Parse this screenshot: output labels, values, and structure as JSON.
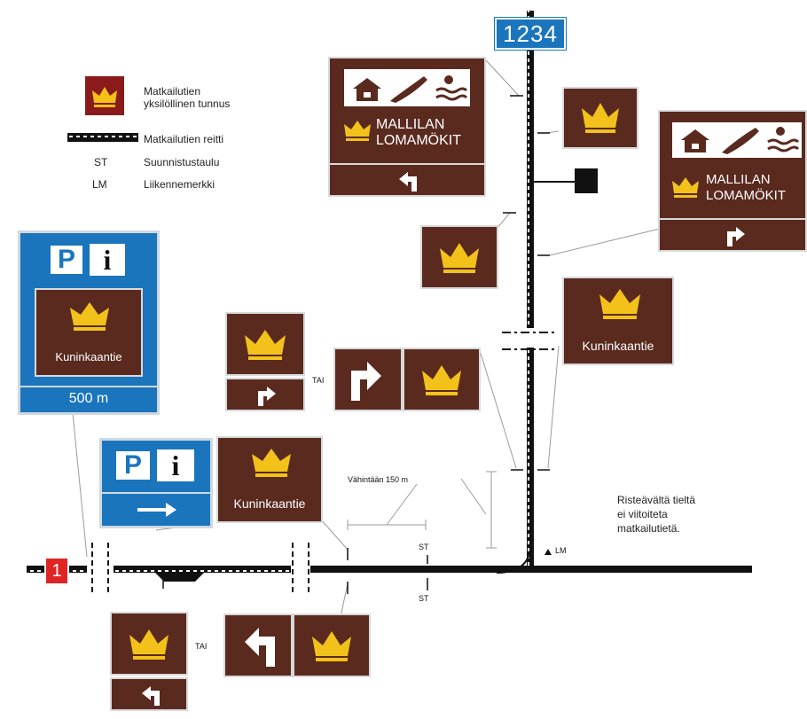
{
  "legend": {
    "items": [
      {
        "key_icon": "crown-sign-icon",
        "label_line1": "Matkailutien",
        "label_line2": "yksilöllinen tunnus"
      },
      {
        "key_icon": "dashed-route-icon",
        "label": "Matkailutien reitti"
      },
      {
        "abbr": "ST",
        "label": "Suunnistustaulu"
      },
      {
        "abbr": "LM",
        "label": "Liikennemerkki"
      }
    ]
  },
  "road_numbers": {
    "main": "1234",
    "side": "1"
  },
  "signs": {
    "lomamokit_name_line1": "MALLILAN",
    "lomamokit_name_line2": "LOMAMÖKIT",
    "kuninkaantie": "Kuninkaantie",
    "parking_distance": "500 m",
    "parking_letter": "P",
    "info_letter": "i"
  },
  "labels": {
    "tai": "TAI",
    "min_distance": "Vähintään 150 m",
    "st": "ST",
    "lm": "LM"
  },
  "note": {
    "line1": "Risteävältä tieltä",
    "line2": "ei viitoiteta",
    "line3": "matkailutietä."
  },
  "colors": {
    "brown": "#5a2a1f",
    "blue": "#1a75bc",
    "gold": "#f2c21b",
    "red": "#e02424"
  }
}
